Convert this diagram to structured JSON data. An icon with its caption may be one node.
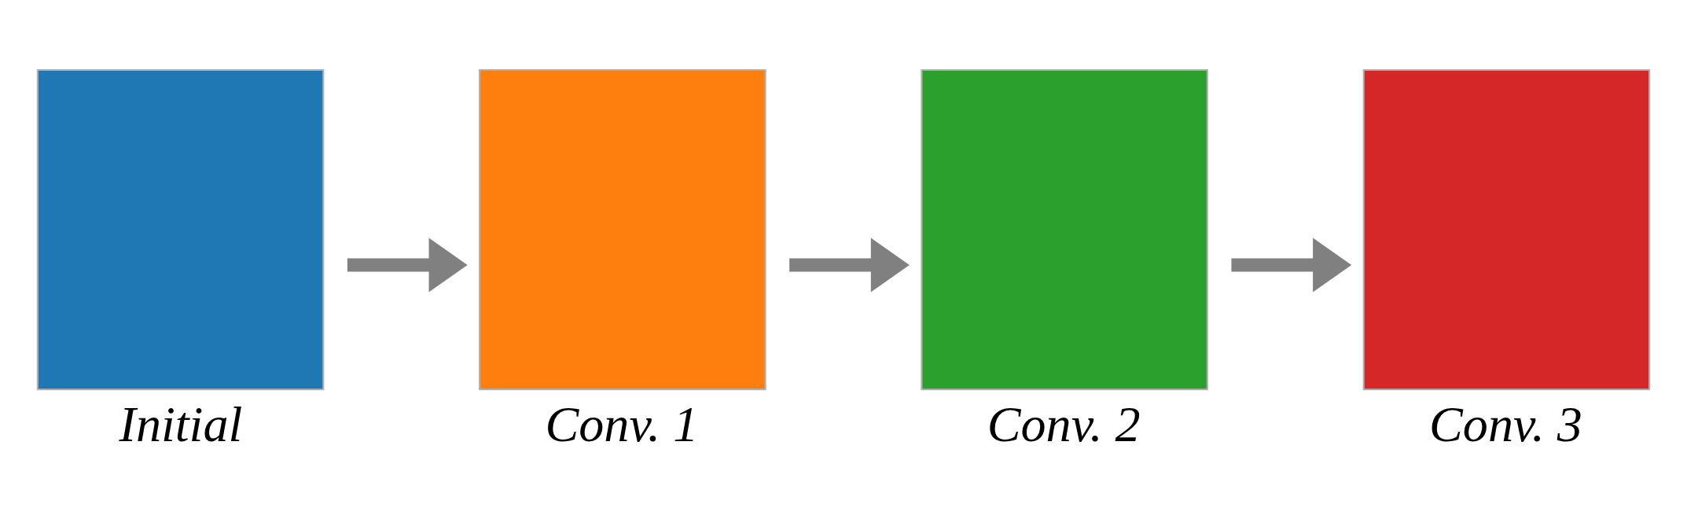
{
  "diagram": {
    "nodes": [
      {
        "text": [
          "Initial"
        ]
      },
      {
        "text": [
          "Conv. 1"
        ]
      },
      {
        "text": [
          "Conv. 2"
        ]
      },
      {
        "text": [
          "Conv. 3"
        ]
      }
    ],
    "edges": [
      {
        "from": 0,
        "to": 1,
        "arrow": "to"
      },
      {
        "from": 1,
        "to": 2,
        "arrow": "to"
      },
      {
        "from": 2,
        "to": 3,
        "arrow": "to"
      }
    ]
  }
}
